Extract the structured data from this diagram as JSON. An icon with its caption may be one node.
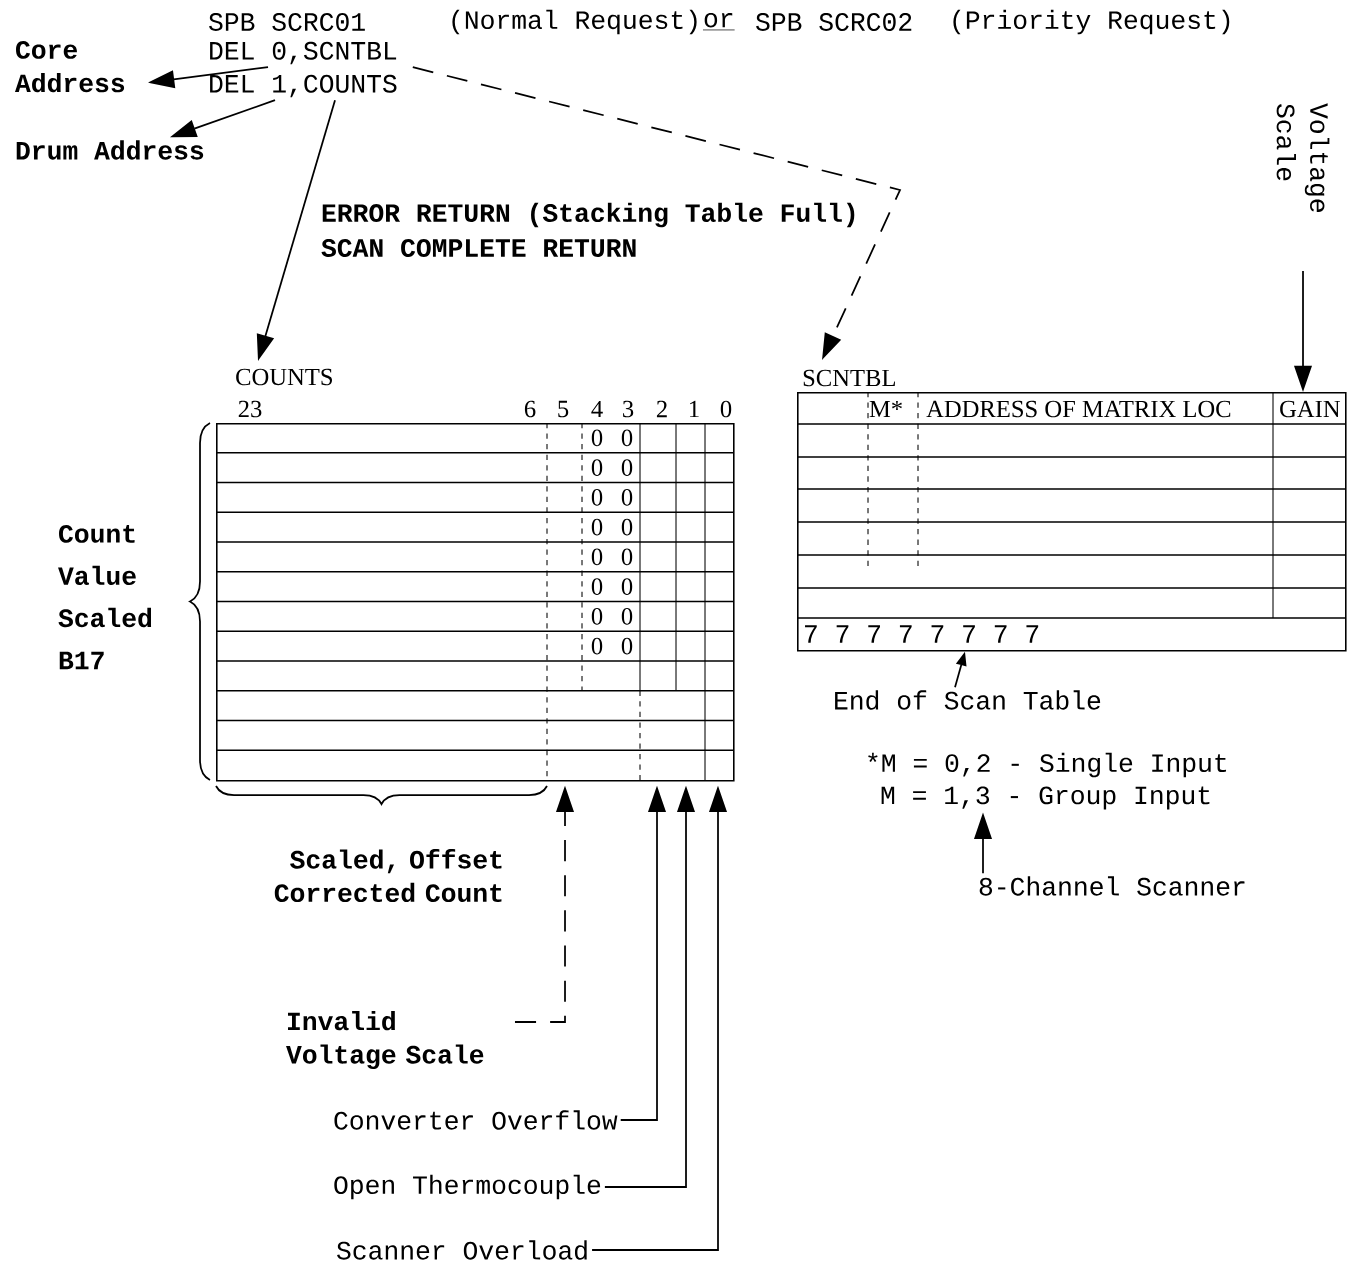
{
  "diagram": {
    "nodes": [
      {
        "text": [
          "DEL 0,SCNTBL"
        ]
      },
      {
        "text": [
          "Core Address"
        ]
      },
      {
        "text": [
          "DEL 1,COUNTS"
        ]
      },
      {
        "text": [
          "Drum Address"
        ]
      },
      {
        "text": [
          "Voltage Scale"
        ]
      },
      {
        "text": [
          "COUNTS",
          "23",
          "6",
          "5",
          "4",
          "3",
          "2",
          "1",
          "0",
          "0",
          "0",
          "0",
          "0",
          "0",
          "0",
          "0",
          "0",
          "0",
          "0",
          "0",
          "0",
          "0",
          "0",
          "0",
          "0"
        ]
      },
      {
        "text": [
          "SCNTBL",
          "M*",
          "ADDRESS OF MATRIX LOC",
          "GAIN",
          "7 7 7 7 7 7 7 7"
        ]
      },
      {
        "text": [
          "End of Scan Table"
        ]
      },
      {
        "text": [
          "M = 1,3 - Group Input"
        ]
      },
      {
        "text": [
          "8-Channel Scanner"
        ]
      },
      {
        "text": [
          "Invalid Voltage Scale"
        ]
      },
      {
        "text": [
          "Converter Overflow"
        ]
      },
      {
        "text": [
          "Open Thermocouple"
        ]
      },
      {
        "text": [
          "Scanner Overload"
        ]
      }
    ],
    "edges": [
      {
        "from": 0,
        "to": 1,
        "arrow": "to"
      },
      {
        "from": 2,
        "to": 3,
        "arrow": "to"
      },
      {
        "from": 2,
        "to": 5,
        "arrow": "to"
      },
      {
        "from": 0,
        "to": 6,
        "arrow": "to",
        "style": "dashed"
      },
      {
        "from": 4,
        "to": 6,
        "arrow": "to"
      },
      {
        "from": 7,
        "to": 6,
        "arrow": "to"
      },
      {
        "from": 9,
        "to": 8,
        "arrow": "to"
      },
      {
        "from": 10,
        "to": 5,
        "arrow": "to",
        "style": "dashed"
      },
      {
        "from": 11,
        "to": 5,
        "arrow": "to"
      },
      {
        "from": 12,
        "to": 5,
        "arrow": "to"
      },
      {
        "from": 13,
        "to": 5,
        "arrow": "to"
      }
    ],
    "labels": [
      "SPB SCRC01",
      "(Normal Request)",
      "or",
      "SPB SCRC02",
      "(Priority Request)",
      "ERROR RETURN (Stacking Table Full)",
      "SCAN COMPLETE RETURN",
      "Count Value Scaled B17",
      "Scaled, Offset Corrected Count",
      "*M = 0,2 - Single Input"
    ]
  }
}
